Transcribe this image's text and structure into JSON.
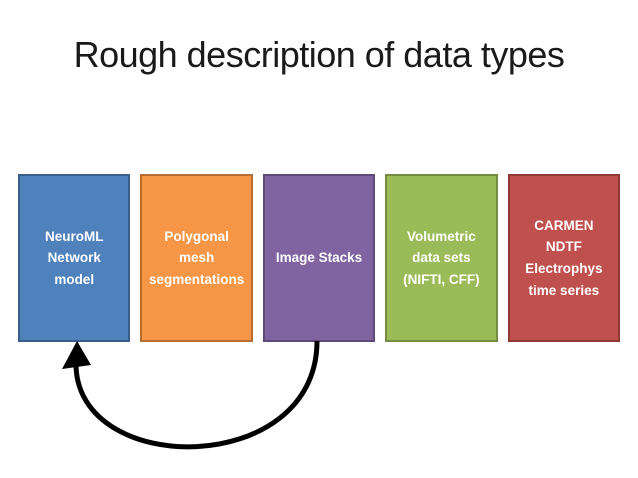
{
  "slide": {
    "title": "Rough description of data types",
    "title_color": "#1a1a1a",
    "background_color": "#ffffff"
  },
  "boxes": [
    {
      "label": "NeuroML\nNetwork\nmodel",
      "fill": "#4f81bd",
      "border": "#3a5e8c"
    },
    {
      "label": "Polygonal\nmesh\nsegmentations",
      "fill": "#f79646",
      "border": "#b66d31"
    },
    {
      "label": "Image Stacks",
      "fill": "#8064a2",
      "border": "#5e4a78"
    },
    {
      "label": "Volumetric\ndata sets\n(NIFTI, CFF)",
      "fill": "#9bbb59",
      "border": "#748b41"
    },
    {
      "label": "CARMEN\nNDTF\nElectrophys\ntime series",
      "fill": "#c0504d",
      "border": "#8e3b38"
    }
  ],
  "arrow": {
    "color": "#000000",
    "description": "curved arrow from Image Stacks box to NeuroML Network model box"
  }
}
